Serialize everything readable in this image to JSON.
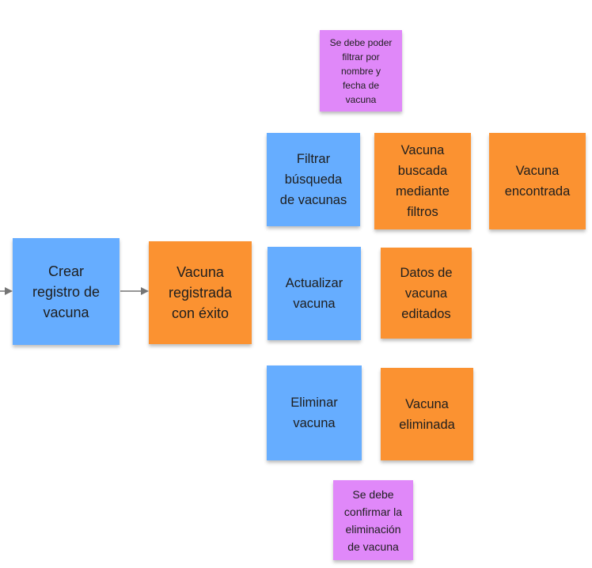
{
  "colors": {
    "command": "#66adff",
    "event": "#fb9231",
    "policy": "#e088f9",
    "arrow": "#757575"
  },
  "notes": {
    "crear_registro": "Crear\nregistro de\nvacuna",
    "vacuna_registrada": "Vacuna\nregistrada\ncon éxito",
    "filtrar_busqueda": "Filtrar\nbúsqueda\nde vacunas",
    "vacuna_buscada": "Vacuna\nbuscada\nmediante\nfiltros",
    "vacuna_encontrada": "Vacuna\nencontrada",
    "actualizar_vacuna": "Actualizar\nvacuna",
    "datos_editados": "Datos de\nvacuna\neditados",
    "eliminar_vacuna": "Eliminar\nvacuna",
    "vacuna_eliminada": "Vacuna\neliminada",
    "nota_filtrar": "Se debe poder\nfiltrar por\nnombre y\nfecha de\nvacuna",
    "nota_confirmar": "Se debe\nconfirmar la\neliminación\nde vacuna"
  }
}
